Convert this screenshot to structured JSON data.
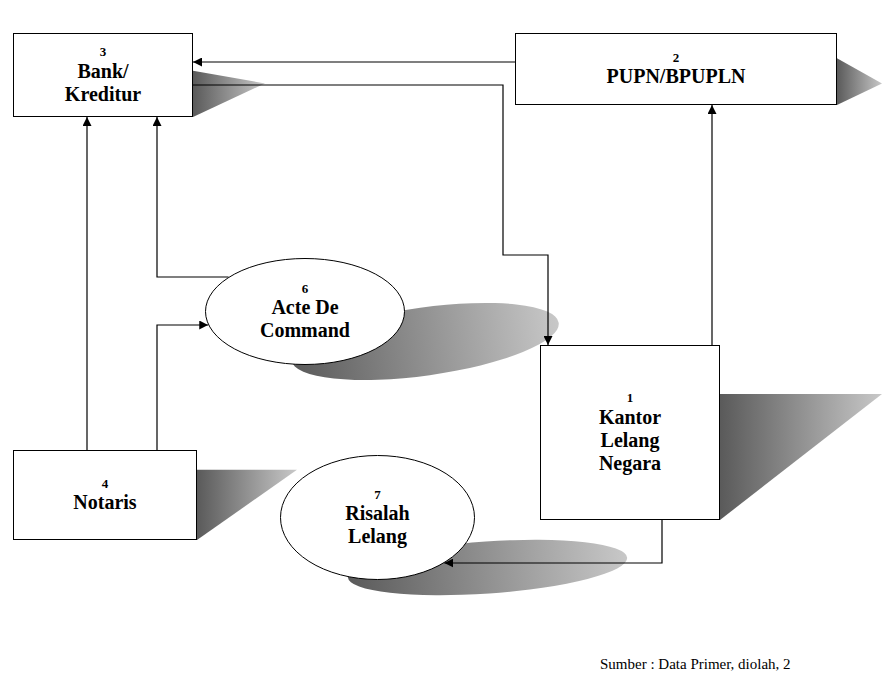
{
  "diagram": {
    "caption": "Sumber : Data Primer, diolah, 2",
    "nodes": [
      {
        "text": [
          "3",
          "Bank/ Kreditur"
        ]
      },
      {
        "text": [
          "2",
          "PUPN/BPUPLN"
        ]
      },
      {
        "text": [
          "6",
          "Acte De Command"
        ]
      },
      {
        "text": [
          "1",
          "Kantor Lelang Negara"
        ]
      },
      {
        "text": [
          "4",
          "Notaris"
        ]
      },
      {
        "text": [
          "7",
          "Risalah Lelang"
        ]
      }
    ],
    "edges": [
      {
        "from": 1,
        "to": 0,
        "arrow": "to"
      },
      {
        "from": 0,
        "to": 3,
        "arrow": "to"
      },
      {
        "from": 3,
        "to": 1,
        "arrow": "to"
      },
      {
        "from": 2,
        "to": 0,
        "arrow": "to"
      },
      {
        "from": 4,
        "to": 0,
        "arrow": "to"
      },
      {
        "from": 4,
        "to": 2,
        "arrow": "to"
      },
      {
        "from": 3,
        "to": 5,
        "arrow": "to"
      }
    ]
  }
}
